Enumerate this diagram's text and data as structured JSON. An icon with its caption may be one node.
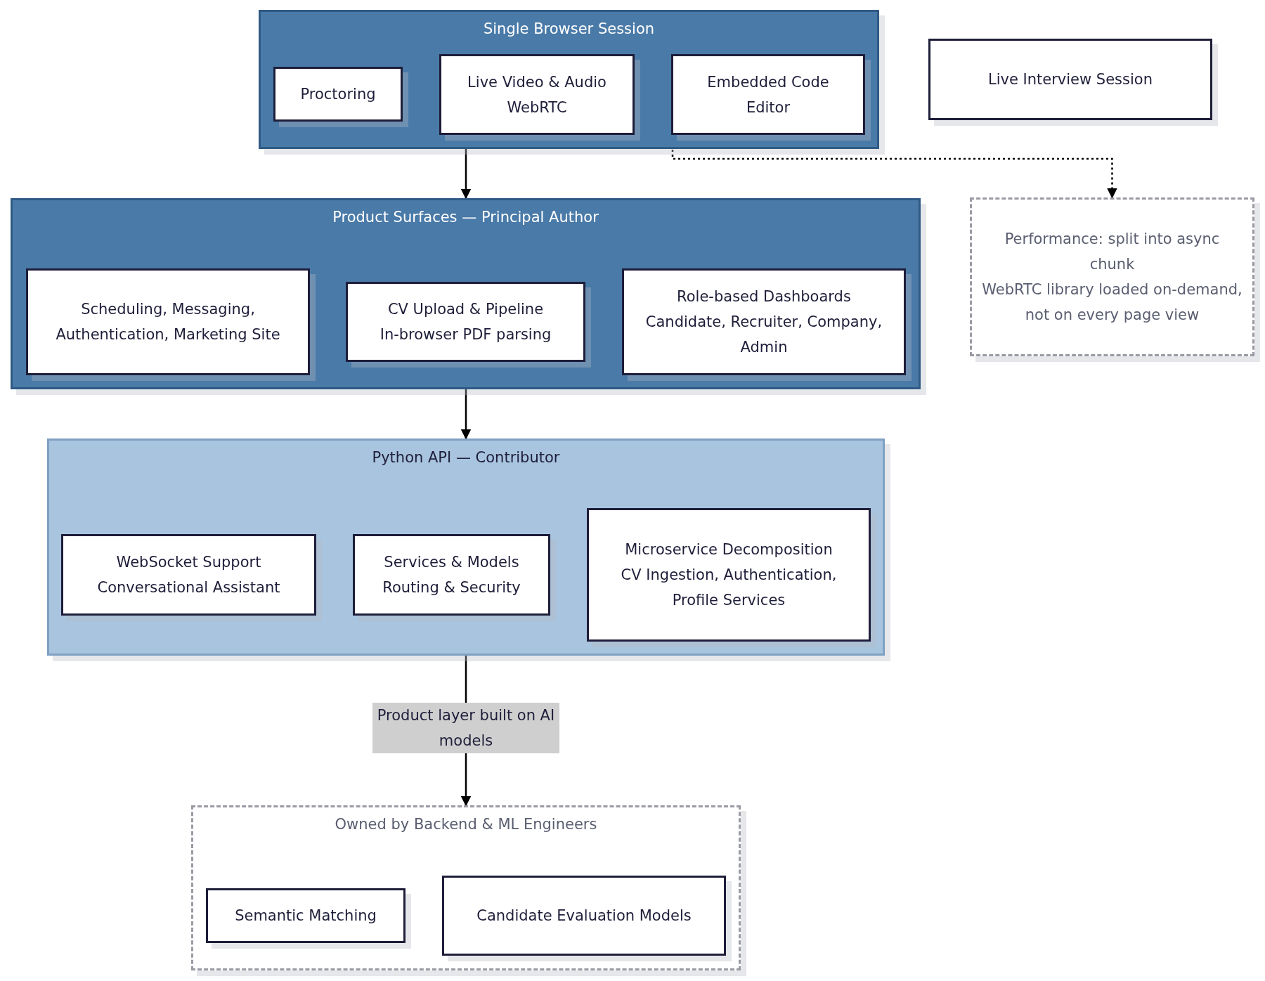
{
  "diagram": {
    "nodes": [
      {
        "text": [
          "Single Browser Session"
        ]
      },
      {
        "text": [
          "Proctoring"
        ],
        "in": 0
      },
      {
        "text": [
          "Live Video & Audio",
          "WebRTC"
        ],
        "in": 0
      },
      {
        "text": [
          "Embedded Code Editor"
        ],
        "in": 0
      },
      {
        "text": [
          "Live Interview Session"
        ]
      },
      {
        "text": [
          "Product Surfaces — Principal Author"
        ]
      },
      {
        "text": [
          "Scheduling, Messaging, Authentication, Marketing Site"
        ],
        "in": 5
      },
      {
        "text": [
          "CV Upload & Pipeline",
          "In-browser PDF parsing"
        ],
        "in": 5
      },
      {
        "text": [
          "Role-based Dashboards",
          "Candidate, Recruiter, Company, Admin"
        ],
        "in": 5
      },
      {
        "text": [
          "Performance: split into async chunk",
          "WebRTC library loaded on-demand,",
          "not on every page view"
        ]
      },
      {
        "text": [
          "Python API — Contributor"
        ]
      },
      {
        "text": [
          "WebSocket Support",
          "Conversational Assistant"
        ],
        "in": 10
      },
      {
        "text": [
          "Services & Models",
          "Routing & Security"
        ],
        "in": 10
      },
      {
        "text": [
          "Microservice Decomposition",
          "CV Ingestion, Authentication, Profile Services"
        ],
        "in": 10
      },
      {
        "text": [
          "Owned by Backend & ML Engineers"
        ]
      },
      {
        "text": [
          "Semantic Matching"
        ],
        "in": 14
      },
      {
        "text": [
          "Candidate Evaluation Models"
        ],
        "in": 14
      }
    ],
    "edges": [
      {
        "from": 0,
        "to": 5,
        "arrow": "to"
      },
      {
        "from": 5,
        "to": 10,
        "arrow": "to"
      },
      {
        "from": 10,
        "to": 14,
        "arrow": "to",
        "label": "Product layer built on AI models"
      },
      {
        "from": 3,
        "to": 9,
        "arrow": "to",
        "style": "dashed"
      }
    ]
  }
}
